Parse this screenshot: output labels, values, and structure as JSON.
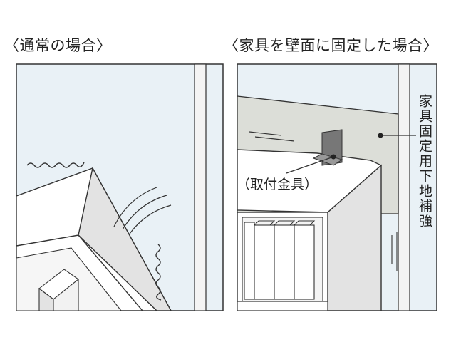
{
  "left_panel": {
    "caption": "〈通常の場合〉"
  },
  "right_panel": {
    "caption": "〈家具を壁面に固定した場合〉",
    "labels": {
      "bracket": "（取付金具）",
      "backing": "家具固定用下地補強"
    }
  },
  "colors": {
    "wall_blue": "#e9f1f6",
    "backing_gray": "#dcded8",
    "bracket_gray": "#777777",
    "furniture_gray": "#e3e3e3",
    "line": "#333333"
  }
}
